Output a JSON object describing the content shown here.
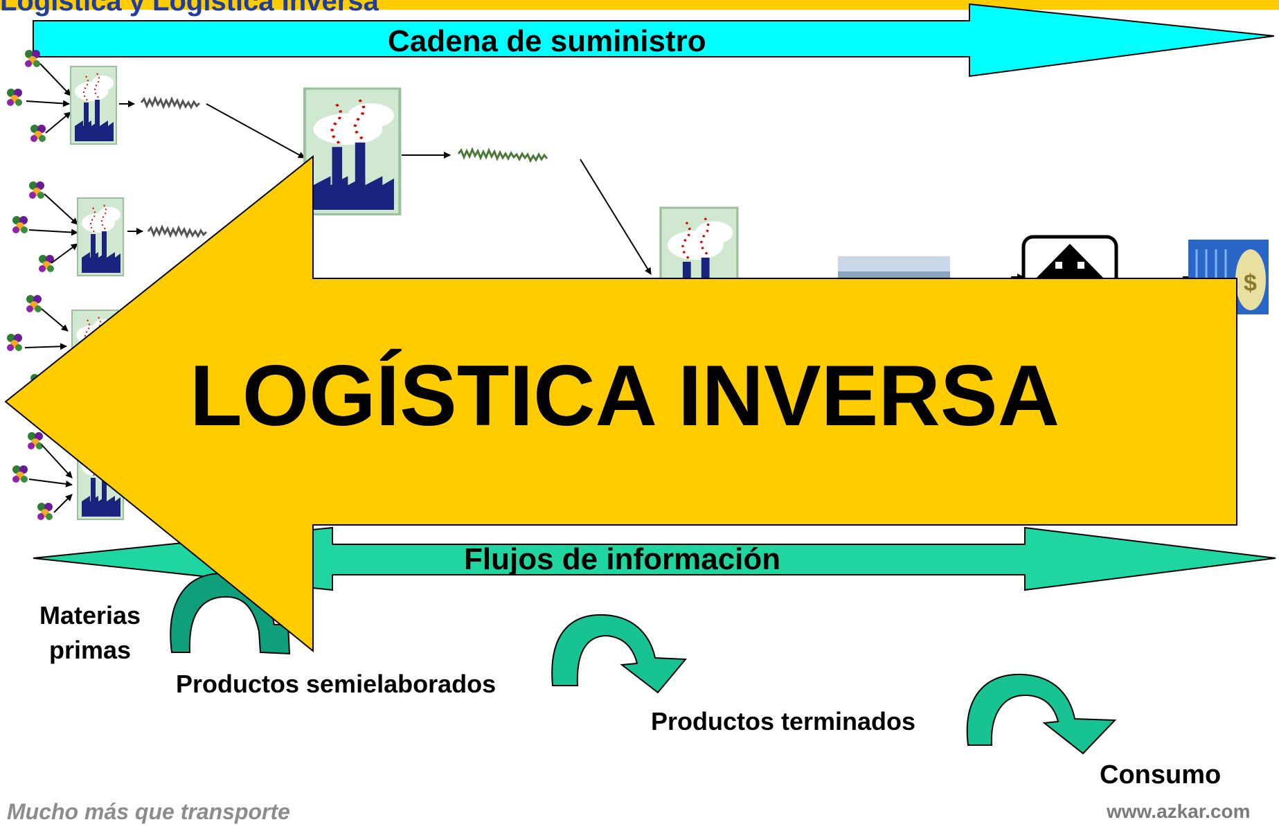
{
  "header": {
    "title": "Logística y Logística Inversa",
    "bar_color": "#ffcc00",
    "title_color": "#1f3da0"
  },
  "supply_chain": {
    "label": "Cadena de suministro",
    "color": "#00ffff"
  },
  "information_flow": {
    "label": "Flujos de información",
    "color": "#1fd6a0"
  },
  "reverse_logistics": {
    "label": "LOGÍSTICA INVERSA",
    "color": "#ffcc00"
  },
  "stages": {
    "raw_materials": "Materias\nprimas",
    "semi_finished": "Productos semielaborados",
    "finished": "Productos terminados",
    "consumption": "Consumo"
  },
  "footer": {
    "slogan": "Mucho más que transporte",
    "website": "www.azkar.com"
  },
  "icons": {
    "supplier": "supplier-people-icon",
    "factory": "factory-icon",
    "material": "material-strip-icon",
    "warehouse": "warehouse-photo-icon",
    "store": "store-house-icon",
    "consumer": "consumer-money-icon"
  }
}
